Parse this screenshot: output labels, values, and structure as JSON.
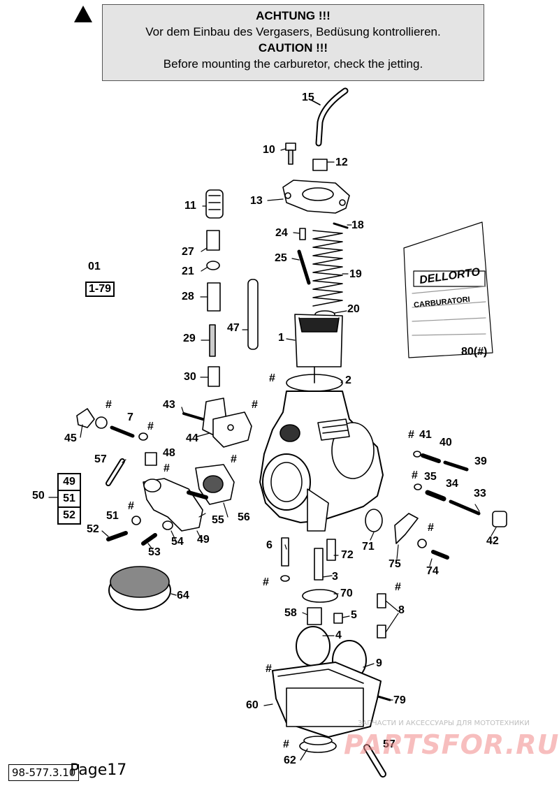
{
  "caution": {
    "line1": "ACHTUNG !!!",
    "line2": "Vor dem Einbau des Vergasers, Bedüsung kontrollieren.",
    "line3": "CAUTION !!!",
    "line4": "Before mounting the carburetor, check the jetting."
  },
  "labels": {
    "l15": "15",
    "l10": "10",
    "l12": "12",
    "l13": "13",
    "l11": "11",
    "l24": "24",
    "l18": "18",
    "l27": "27",
    "l25": "25",
    "l21": "21",
    "l19": "19",
    "l01": "01",
    "l28": "28",
    "l20": "20",
    "l47": "47",
    "l29": "29",
    "l1": "1",
    "l80": "80(#)",
    "l30": "30",
    "l2": "2",
    "lhash_top": "#",
    "l43": "43",
    "lhash_7": "#",
    "l7": "7",
    "lhash_44": "#",
    "l45": "45",
    "lhash_45b": "#",
    "l44": "44",
    "lhash_41": "#",
    "l41": "41",
    "l40": "40",
    "l57a": "57",
    "l48": "48",
    "lhash_56": "#",
    "l39": "39",
    "lhash_48": "#",
    "lhash_35": "#",
    "l35": "35",
    "l34": "34",
    "l50": "50",
    "l33": "33",
    "lhash_51": "#",
    "l51": "51",
    "l56": "56",
    "l55": "55",
    "l52": "52",
    "l49": "49",
    "l54": "54",
    "l71": "71",
    "lhash_74": "#",
    "l42": "42",
    "l53": "53",
    "l6": "6",
    "l72": "72",
    "l75": "75",
    "l74": "74",
    "l3": "3",
    "lhash_6": "#",
    "l64": "64",
    "l70": "70",
    "lhash_8": "#",
    "l58": "58",
    "l5": "5",
    "l8": "8",
    "l4": "4",
    "l9": "9",
    "lhash_60": "#",
    "l79": "79",
    "l60": "60",
    "lhash_62": "#",
    "l57b": "57",
    "l62": "62"
  },
  "ref_box": "1-79",
  "group50": {
    "a": "49",
    "b": "51",
    "c": "52"
  },
  "box80": {
    "brand": "DELLORTO",
    "text": "CARBURATORI"
  },
  "footer": {
    "code": "98-577.3.10",
    "page": "Page17"
  },
  "watermark": {
    "small": "ЗАПЧАСТИ И АКСЕССУАРЫ ДЛЯ МОТОТЕХНИКИ",
    "big": "PARTSFOR.RU"
  }
}
